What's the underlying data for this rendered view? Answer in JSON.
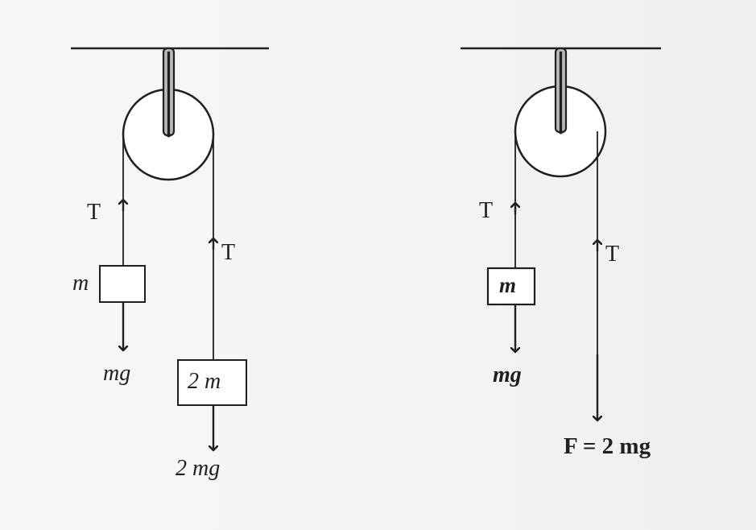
{
  "left_diagram": {
    "tension_left": "T",
    "tension_right": "T",
    "mass_left": "m",
    "weight_left": "mg",
    "mass_right": "2 m",
    "weight_right": "2 mg"
  },
  "right_diagram": {
    "tension_left": "T",
    "tension_right": "T",
    "mass": "m",
    "weight": "mg",
    "force": "F = 2 mg"
  },
  "colors": {
    "ink": "#1f1f1f",
    "paper": "#f6f6f4",
    "pulley_fill": "#ffffff",
    "mass_box_fill": "#ffffff"
  }
}
